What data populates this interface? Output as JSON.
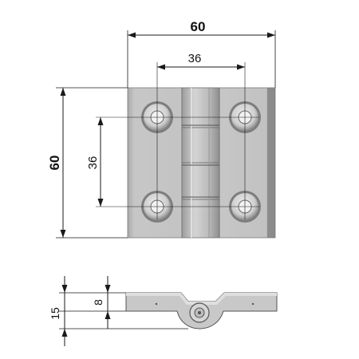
{
  "top_view": {
    "overall_width_label": "60",
    "hole_spacing_width_label": "36",
    "overall_height_label": "60",
    "hole_spacing_height_label": "36"
  },
  "side_view": {
    "total_height_label": "15",
    "leaf_height_label": "8"
  },
  "colors": {
    "leaf_light": "#c9c9c9",
    "leaf_mid": "#b5b5b5",
    "leaf_dark": "#8f8f8f",
    "knuckle": "#bdbdbd",
    "hole_face": "#d8d8d8",
    "hole_dark": "#6f6f6f",
    "line": "#1a1a1a"
  }
}
